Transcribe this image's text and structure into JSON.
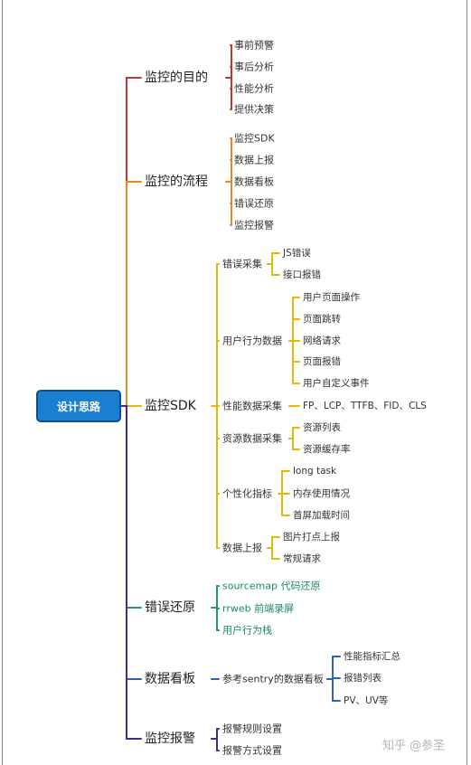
{
  "root": {
    "label": "设计思路"
  },
  "watermark": "知乎 @参圣",
  "branches": [
    {
      "label": "监控的目的",
      "color": "#c0392b",
      "children": [
        {
          "label": "事前预警"
        },
        {
          "label": "事后分析"
        },
        {
          "label": "性能分析"
        },
        {
          "label": "提供决策"
        }
      ]
    },
    {
      "label": "监控的流程",
      "color": "#e28a2a",
      "children": [
        {
          "label": "监控SDK"
        },
        {
          "label": "数据上报"
        },
        {
          "label": "数据看板"
        },
        {
          "label": "错误还原"
        },
        {
          "label": "监控报警"
        }
      ]
    },
    {
      "label": "监控SDK",
      "color": "#e3b80a",
      "children": [
        {
          "label": "错误采集",
          "children": [
            {
              "label": "JS错误"
            },
            {
              "label": "接口报错"
            }
          ]
        },
        {
          "label": "用户行为数据",
          "children": [
            {
              "label": "用户页面操作"
            },
            {
              "label": "页面跳转"
            },
            {
              "label": "网络请求"
            },
            {
              "label": "页面报错"
            },
            {
              "label": "用户自定义事件"
            }
          ]
        },
        {
          "label": "性能数据采集",
          "children": [
            {
              "label": "FP、LCP、TTFB、FID、CLS"
            }
          ]
        },
        {
          "label": "资源数据采集",
          "children": [
            {
              "label": "资源列表"
            },
            {
              "label": "资源缓存率"
            }
          ]
        },
        {
          "label": "个性化指标",
          "children": [
            {
              "label": "long task"
            },
            {
              "label": "内存使用情况"
            },
            {
              "label": "首屏加载时间"
            }
          ]
        },
        {
          "label": "数据上报",
          "children": [
            {
              "label": "图片打点上报"
            },
            {
              "label": "常规请求"
            }
          ]
        }
      ]
    },
    {
      "label": "错误还原",
      "color": "#1e9a6a",
      "children": [
        {
          "label": "sourcemap 代码还原"
        },
        {
          "label": "rrweb 前端录屏"
        },
        {
          "label": "用户行为栈"
        }
      ]
    },
    {
      "label": "数据看板",
      "color": "#2d5fc4",
      "children": [
        {
          "label": "参考sentry的数据看板",
          "children": [
            {
              "label": "性能指标汇总"
            },
            {
              "label": "报错列表"
            },
            {
              "label": "PV、UV等"
            }
          ]
        }
      ]
    },
    {
      "label": "监控报警",
      "color": "#3b2f86",
      "children": [
        {
          "label": "报警规则设置"
        },
        {
          "label": "报警方式设置"
        }
      ]
    }
  ]
}
